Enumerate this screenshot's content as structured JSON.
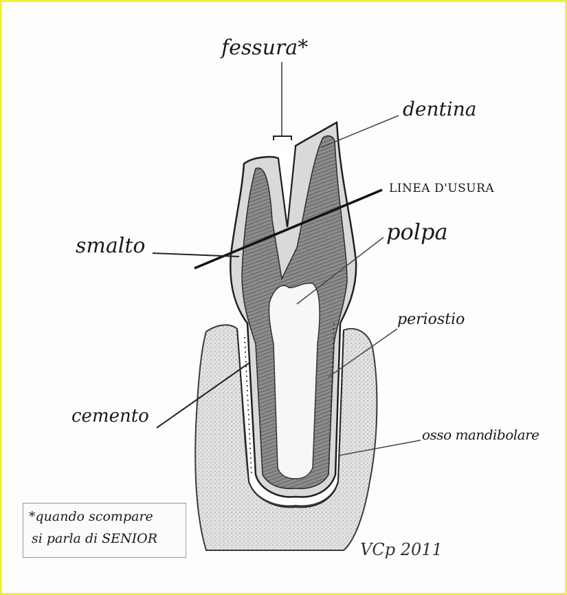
{
  "labels": {
    "fessura": "fessura*",
    "dentina": "dentina",
    "linea_di_usura": "LINEA D'USURA",
    "polpa": "polpa",
    "smalto": "smalto",
    "periostio": "periostio",
    "cemento": "cemento",
    "osso_mandibolare": "osso mandibolare"
  },
  "note": {
    "line1": "*quando scompare",
    "line2": "si parla di SENIOR"
  },
  "signature": "VCp 2011",
  "colors": {
    "frame_border": "#f2ee3a",
    "pencil": "#1a1a1a",
    "bone_shade": "#cfcfcf",
    "dentin_shade": "#7a7a7a",
    "enamel_shade": "#d6d6d6"
  }
}
